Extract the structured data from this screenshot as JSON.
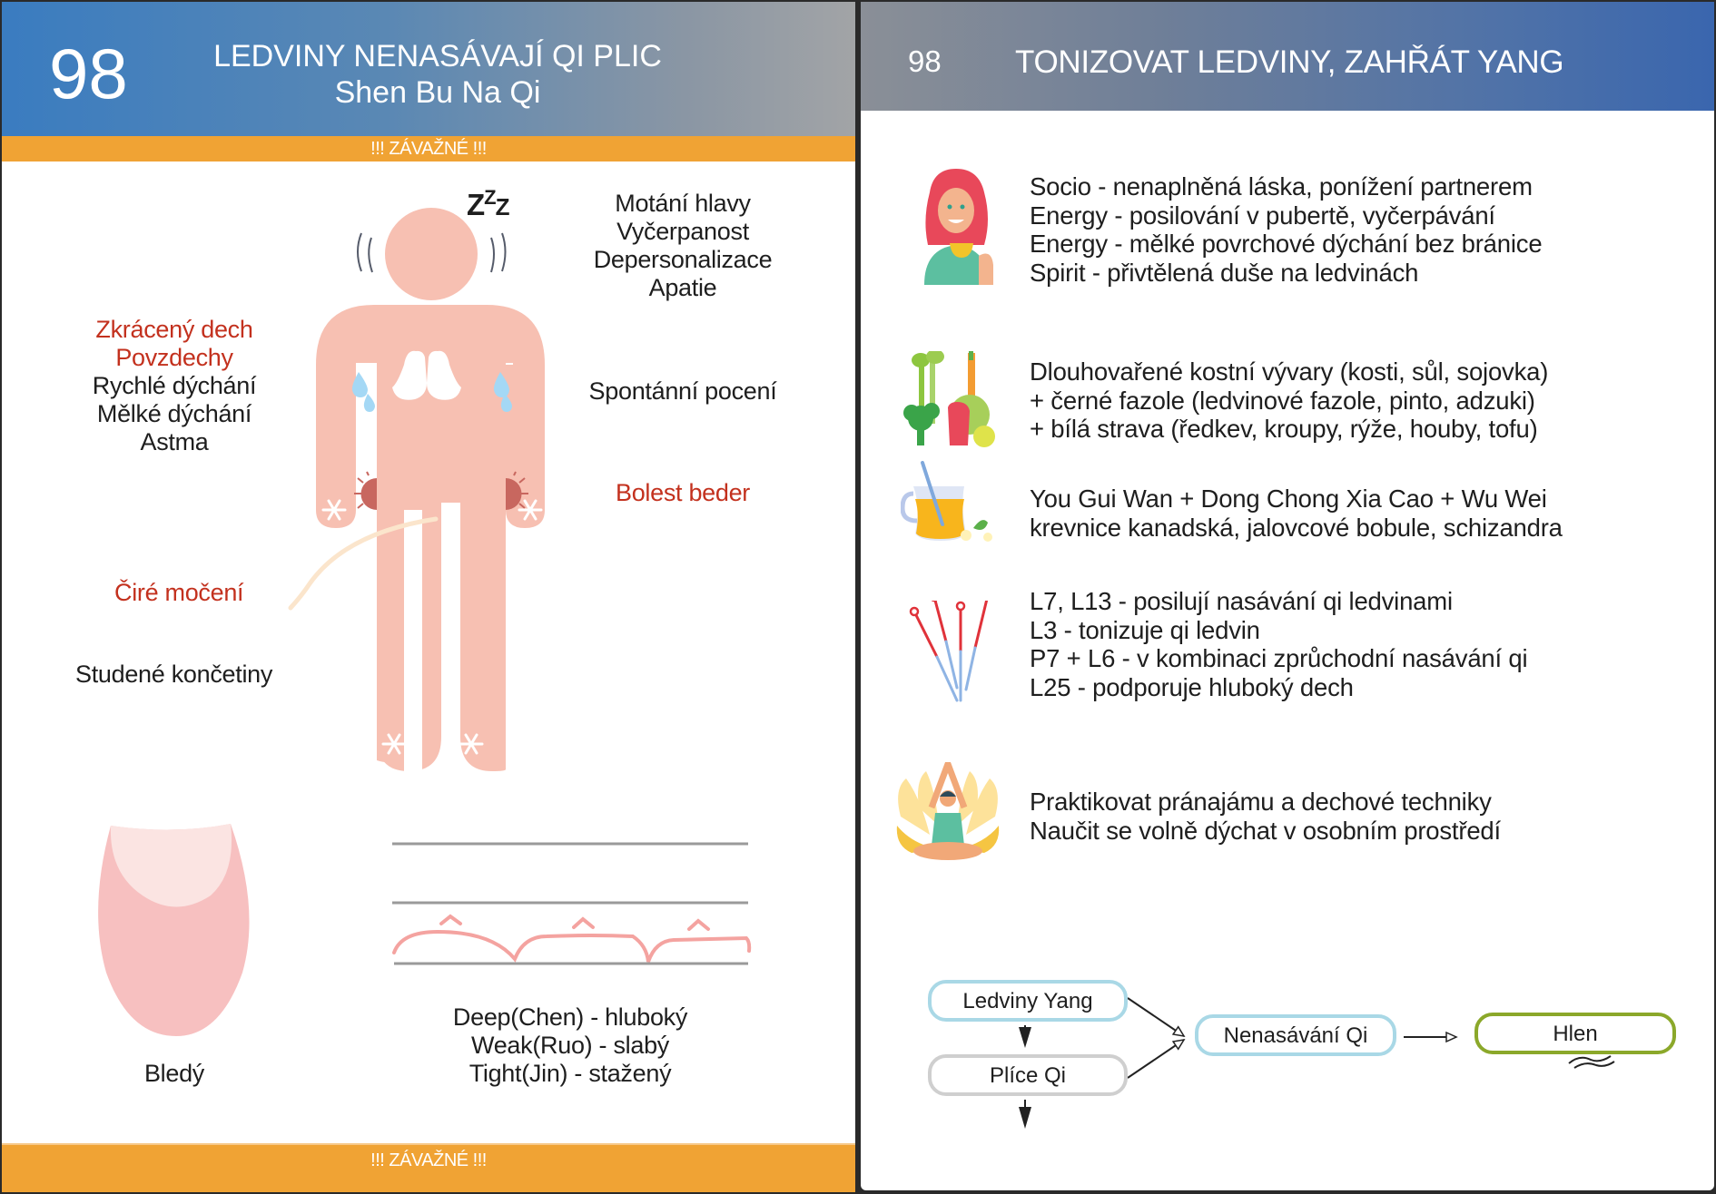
{
  "left_card": {
    "number": "98",
    "title": "LEDVINY NENASÁVAJÍ QI PLIC",
    "subtitle": "Shen Bu Na Qi",
    "warning_top": "!!! ZÁVAŽNÉ !!!",
    "warning_bottom": "!!! ZÁVAŽNÉ !!!",
    "zzz": "Z",
    "symptoms": {
      "head": [
        "Motání hlavy",
        "Vyčerpanost",
        "Depersonalizace",
        "Apatie"
      ],
      "breathing_red": [
        "Zkrácený dech",
        "Povzdechy"
      ],
      "breathing": [
        "Rychlé dýchání",
        "Mělké dýchání",
        "Astma"
      ],
      "sweat": "Spontánní pocení",
      "back_pain": "Bolest beder",
      "urine": "Čiré močení",
      "limbs": "Studené končetiny"
    },
    "tongue": {
      "label": "Bledý"
    },
    "pulse": {
      "lines": [
        "Deep(Chen) - hluboký",
        "Weak(Ruo) - slabý",
        "Tight(Jin) - stažený"
      ]
    },
    "colors": {
      "accent_red": "#c3311e",
      "warning": "#f0a334",
      "body": "#f7c0b2"
    }
  },
  "right_card": {
    "number": "98",
    "title": "TONIZOVAT LEDVINY, ZAHŘÁT YANG",
    "sections": [
      {
        "icon": "woman-with-tea-icon",
        "lines": [
          "Socio - nenaplněná láska, ponížení partnerem",
          "Energy - posilování v pubertě, vyčerpávání",
          "Energy - mělké povrchové dýchání bez bránice",
          "Spirit - přivtělená duše na ledvinách"
        ]
      },
      {
        "icon": "vegetables-icon",
        "lines": [
          "Dlouhovařené kostní vývary (kosti, sůl, sojovka)",
          "+ černé fazole (ledvinové fazole, pinto, adzuki)",
          "+ bílá strava (ředkev, kroupy, rýže, houby, tofu)"
        ]
      },
      {
        "icon": "herbal-tea-icon",
        "lines": [
          "You Gui Wan + Dong Chong Xia Cao + Wu Wei",
          "krevnice kanadská, jalovcové bobule, schizandra"
        ]
      },
      {
        "icon": "acupuncture-needles-icon",
        "lines": [
          "L7, L13 - posilují nasávání qi ledvinami",
          "L3 - tonizuje qi ledvin",
          "P7 + L6 - v kombinaci zprůchodní nasávání qi",
          "L25 - podporuje hluboký dech"
        ]
      },
      {
        "icon": "yoga-lotus-icon",
        "lines": [
          "Praktikovat pránajámu a dechové techniky",
          "Naučit se volně dýchat v osobním prostředí"
        ]
      }
    ],
    "diagram": {
      "nodes": {
        "kidney_yang": "Ledviny Yang",
        "lung_qi": "Plíce Qi",
        "no_absorb": "Nenasávání Qi",
        "phlegm": "Hlen"
      },
      "colors": {
        "blue": "#a9d8e6",
        "gray": "#cfcfcf",
        "green": "#8ba82a"
      }
    }
  }
}
